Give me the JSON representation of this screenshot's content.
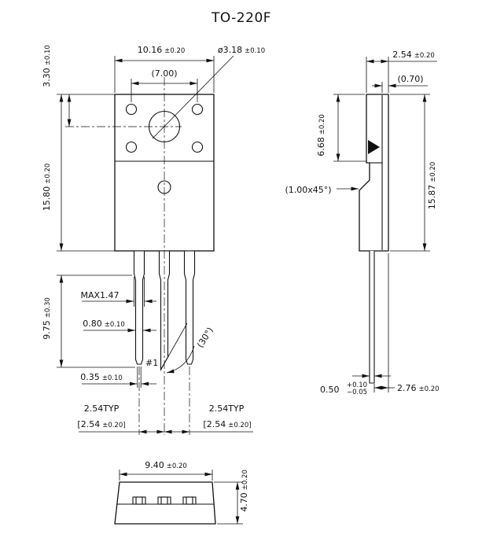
{
  "title": "TO-220F",
  "front": {
    "width_val": "10.16",
    "width_tol": "±0.20",
    "inner_width": "(7.00)",
    "hole_val": "ø3.18",
    "hole_tol": "±0.10",
    "tab_h_val": "3.30",
    "tab_h_tol": "±0.10",
    "body_h_val": "15.80",
    "body_h_tol": "±0.20",
    "lead_len_val": "9.75",
    "lead_len_tol": "±0.30",
    "lead_max_w": "MAX1.47",
    "lead_w_val": "0.80",
    "lead_w_tol": "±0.10",
    "tip_angle": "(30°)",
    "pin1": "#1",
    "tip_w_val": "0.35",
    "tip_w_tol": "±0.10",
    "pitch_typ_left": "2.54TYP",
    "pitch_l_val": "[2.54",
    "pitch_l_tol": "±0.20]",
    "pitch_typ_right": "2.54TYP",
    "pitch_r_val": "[2.54",
    "pitch_r_tol": "±0.20]"
  },
  "side": {
    "thk_val": "2.54",
    "thk_tol": "±0.20",
    "tab_thk": "(0.70)",
    "hole_d_val": "6.68",
    "hole_d_tol": "±0.20",
    "height_val": "15.87",
    "height_tol": "±0.20",
    "chamfer": "(1.00x45°)",
    "lead_thk_val": "0.50",
    "lead_thk_plus": "+0.10",
    "lead_thk_minus": "−0.05",
    "offset_val": "2.76",
    "offset_tol": "±0.20"
  },
  "bottom": {
    "width_val": "9.40",
    "width_tol": "±0.20",
    "depth_val": "4.70",
    "depth_tol": "±0.20"
  }
}
